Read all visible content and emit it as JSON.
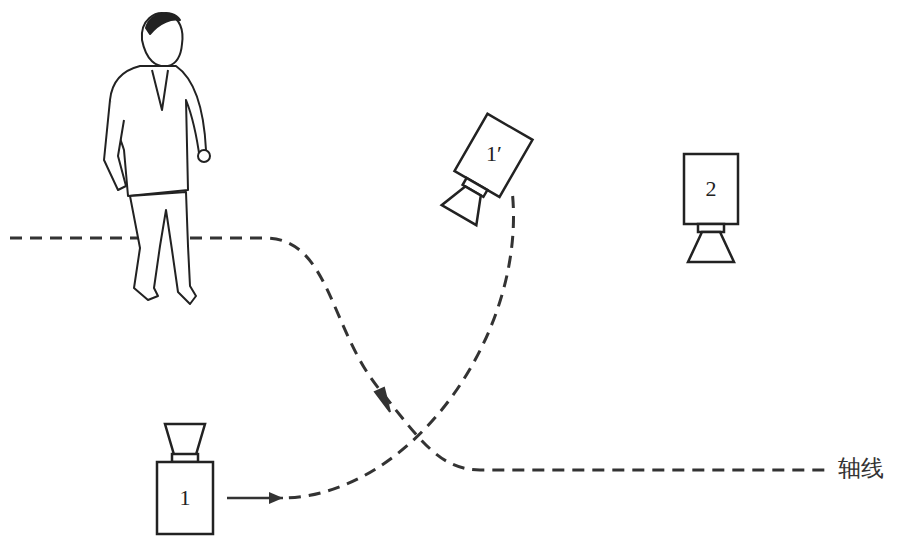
{
  "diagram": {
    "nodes": [
      {
        "text": [
          "1′"
        ]
      },
      {
        "text": [
          "2"
        ]
      },
      {
        "text": [
          "1"
        ]
      }
    ],
    "edges": [
      {
        "from": 0,
        "to": 2,
        "arrow": "to"
      }
    ],
    "labels": [
      "轴线"
    ]
  }
}
